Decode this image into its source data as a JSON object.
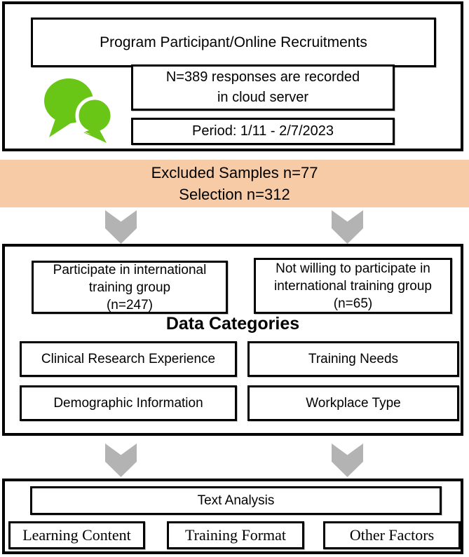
{
  "colors": {
    "banner_bg": "#f7cba6",
    "arrow_gray": "#b3b3b3",
    "icon_green": "#69c516",
    "border": "#000000"
  },
  "recruitment": {
    "title": "Program Participant/Online Recruitments",
    "responses_line1": "N=389 responses are recorded",
    "responses_line2": "in cloud server",
    "period": "Period: 1/11 - 2/7/2023",
    "icon": "chat-bubbles-icon"
  },
  "exclusion_banner": {
    "line1": "Excluded Samples n=77",
    "line2": "Selection n=312"
  },
  "groups": {
    "participate": {
      "line1": "Participate in international",
      "line2": "training group",
      "line3": "(n=247)"
    },
    "not_willing": {
      "line1": "Not willing to participate in",
      "line2": "international training group",
      "line3": "(n=65)"
    }
  },
  "data_categories": {
    "heading": "Data Categories",
    "items": [
      "Clinical Research Experience",
      "Training Needs",
      "Demographic Information",
      "Workplace Type"
    ]
  },
  "analysis": {
    "title": "Text Analysis",
    "items": [
      "Learning Content",
      "Training Format",
      "Other Factors"
    ]
  }
}
